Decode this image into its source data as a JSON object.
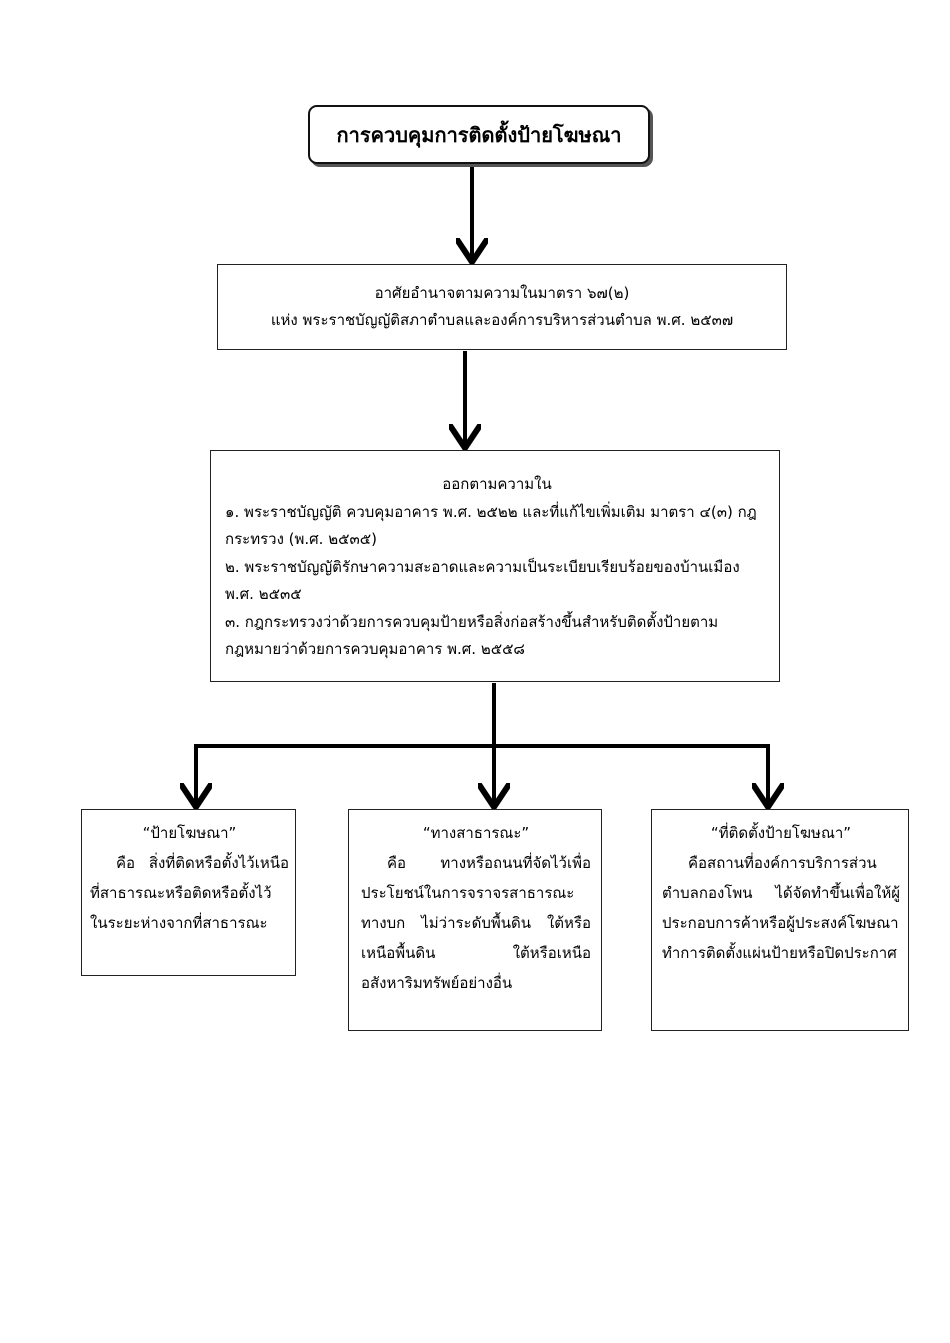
{
  "title": "การควบคุมการติดตั้งป้ายโฆษณา",
  "authority": {
    "line1": "อาศัยอำนาจตามความในมาตรา ๖๗(๒)",
    "line2": "แห่ง พระราชบัญญัติสภาตำบลและองค์การบริหารส่วนตำบล พ.ศ. ๒๕๓๗"
  },
  "laws": {
    "heading": "ออกตามความใน",
    "items": [
      "๑. พระราชบัญญัติ ควบคุมอาคาร พ.ศ. ๒๕๒๒ และที่แก้ไขเพิ่มเติม มาตรา ๔(๓) กฎกระทรวง (พ.ศ. ๒๕๓๕)",
      "๒. พระราชบัญญัติรักษาความสะอาดและความเป็นระเบียบเรียบร้อยของบ้านเมือง พ.ศ. ๒๕๓๕",
      "๓. กฎกระทรวงว่าด้วยการควบคุมป้ายหรือสิ่งก่อสร้างขึ้นสำหรับติดตั้งป้ายตาม กฎหมายว่าด้วยการควบคุมอาคาร พ.ศ. ๒๕๕๘"
    ]
  },
  "definitions": [
    {
      "title": "“ป้ายโฆษณา”",
      "body": "คือ สิ่งที่ติดหรือตั้งไว้เหนือที่สาธารณะหรือติดหรือตั้งไว้ในระยะห่างจากที่สาธารณะ"
    },
    {
      "title": "“ทางสาธารณะ”",
      "body": "คือ ทางหรือถนนที่จัดไว้เพื่อประโยชน์ในการจราจรสาธารณะ ทางบก ไม่ว่าระดับพื้นดิน ใต้หรือเหนือพื้นดิน ใต้หรือเหนืออสังหาริมทรัพย์อย่างอื่น"
    },
    {
      "title": "“ที่ติดตั้งป้ายโฆษณา”",
      "body": "คือสถานที่องค์การบริการส่วนตำบลกองโพน ได้จัดทำขึ้นเพื่อให้ผู้ประกอบการค้าหรือผู้ประสงค์โฆษณาทำการติดตั้งแผ่นป้ายหรือปิดประกาศ"
    }
  ]
}
